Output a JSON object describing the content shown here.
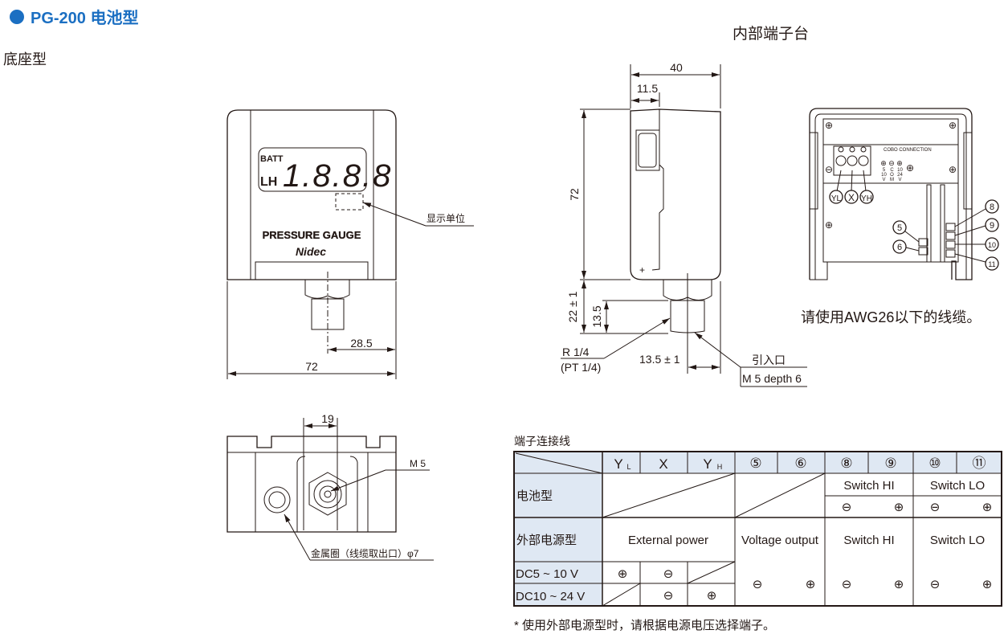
{
  "header": {
    "title": "PG-200 电池型",
    "subtitle": "底座型",
    "terminal_title": "内部端子台"
  },
  "front_view": {
    "display": {
      "batt": "BATT",
      "lh": "LH",
      "digits": "1.8.8.8"
    },
    "unit_label": "显示单位",
    "product_text": "PRESSURE GAUGE",
    "brand": "Nidec",
    "dims": {
      "offset": "28.5",
      "width": "72"
    }
  },
  "bottom_view": {
    "dim": "19",
    "port": "M 5",
    "cable_label": "金属圈（线缆取出口）φ7"
  },
  "side_view": {
    "dims": {
      "depth": "40",
      "front": "11.5",
      "height": "72",
      "fitting": "22 ± 1",
      "thread": "13.5",
      "offset": "13.5 ± 1"
    },
    "thread_label": "R 1/4",
    "thread_label2": "(PT 1/4)",
    "inlet_label": "引入口",
    "inlet_spec": "M 5 depth 6"
  },
  "terminal_view": {
    "connection_label": "COBO CONNECTION",
    "labels": [
      "YL",
      "X",
      "YH"
    ],
    "numbers": [
      "5",
      "6",
      "8",
      "9",
      "10",
      "11"
    ],
    "voltage_labels": [
      "5 10 V",
      "C O M",
      "10 24 V"
    ],
    "awg_note": "请使用AWG26以下的线缆。"
  },
  "table": {
    "caption": "端子连接线",
    "headers": [
      "Y",
      "X",
      "Y",
      "⑤",
      "⑥",
      "⑧",
      "⑨",
      "⑩",
      "⑪"
    ],
    "header_subs": [
      "L",
      "",
      "H"
    ],
    "rows": {
      "battery": {
        "label": "电池型",
        "switch_hi": "Switch HI",
        "switch_lo": "Switch LO",
        "signs": [
          "⊖",
          "⊕",
          "⊖",
          "⊕"
        ]
      },
      "external": {
        "label": "外部电源型",
        "c1": "External power",
        "c2": "Voltage output",
        "c3": "Switch HI",
        "c4": "Switch LO"
      },
      "dc5": {
        "label": "DC5 ~ 10 V",
        "yl": "⊕",
        "x": "⊖"
      },
      "dc10": {
        "label": "DC10 ~ 24 V",
        "x": "⊖",
        "yh": "⊕"
      },
      "shared_signs": [
        "⊖",
        "⊕",
        "⊖",
        "⊕",
        "⊖",
        "⊕"
      ]
    },
    "note": "* 使用外部电源型时，请根据电源电压选择端子。"
  },
  "colors": {
    "accent": "#1b6fc2",
    "table_header": "#dfe8f3"
  }
}
